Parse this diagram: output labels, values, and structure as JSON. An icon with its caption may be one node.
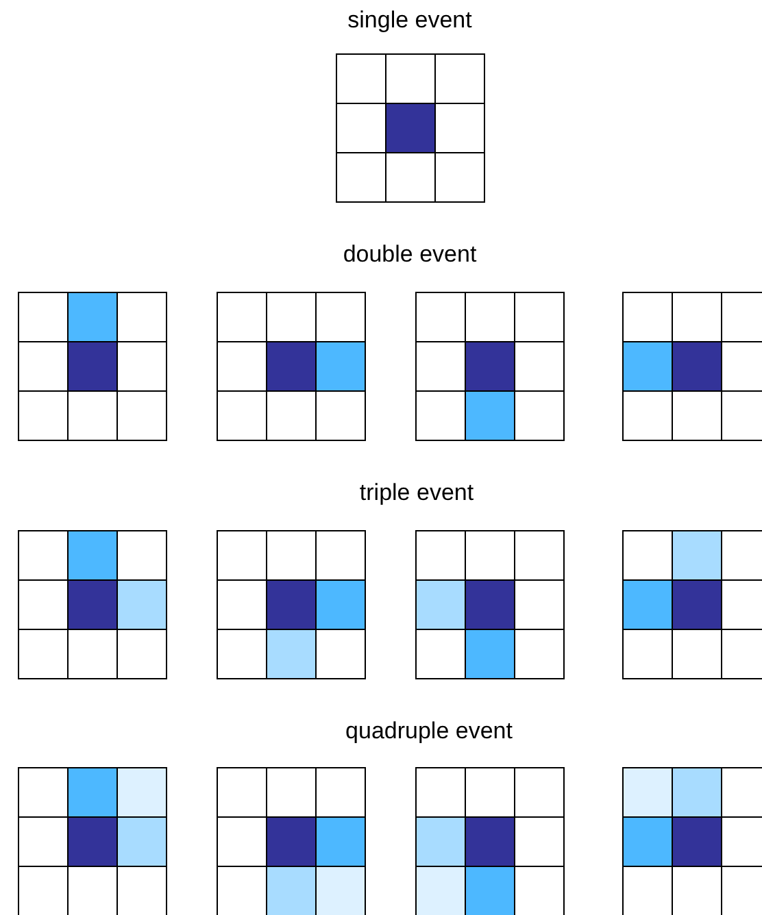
{
  "diagram": {
    "labels": [
      "single event",
      "double event",
      "triple event",
      "quadruple event"
    ]
  }
}
